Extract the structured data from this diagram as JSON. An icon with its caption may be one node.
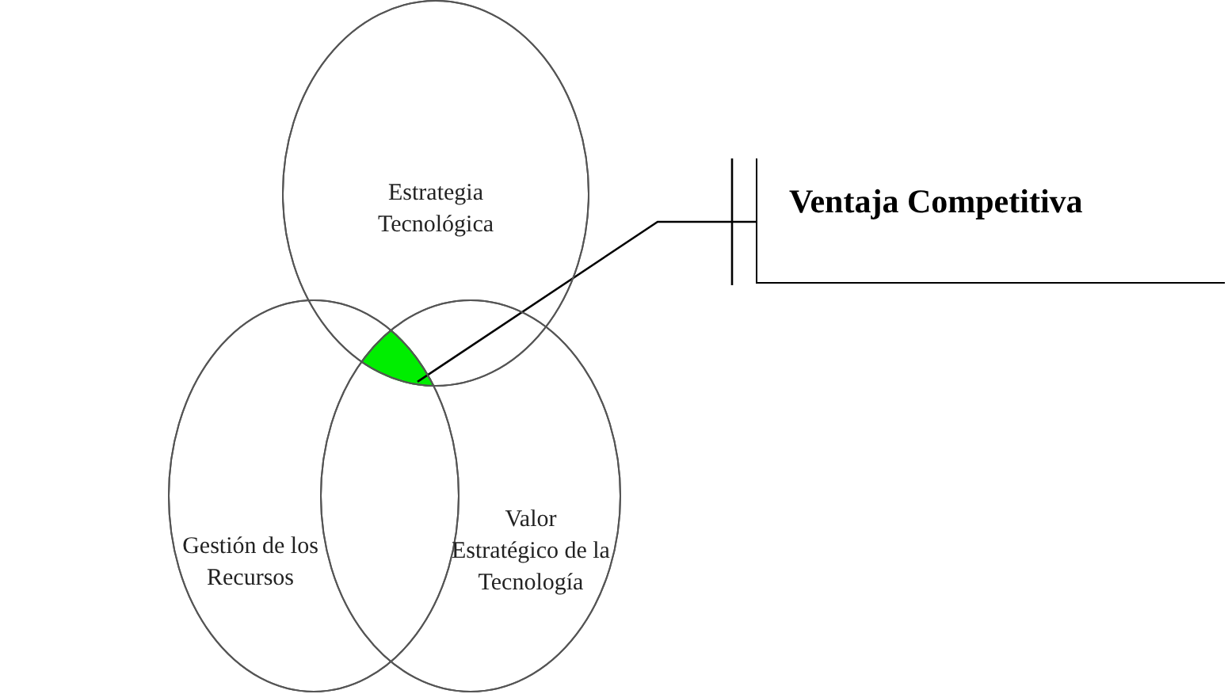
{
  "diagram": {
    "nodes": [
      {
        "text": [
          "Estrategia Tecnológica"
        ]
      },
      {
        "text": [
          "Gestión de los Recursos"
        ]
      },
      {
        "text": [
          "Valor Estratégico de la Tecnología"
        ]
      },
      {
        "text": [
          "Ventaja Competitiva"
        ]
      },
      {
        "text": [],
        "shape": "region"
      }
    ],
    "edges": [
      {
        "from": 3,
        "to": 4,
        "arrow": "none"
      }
    ]
  }
}
